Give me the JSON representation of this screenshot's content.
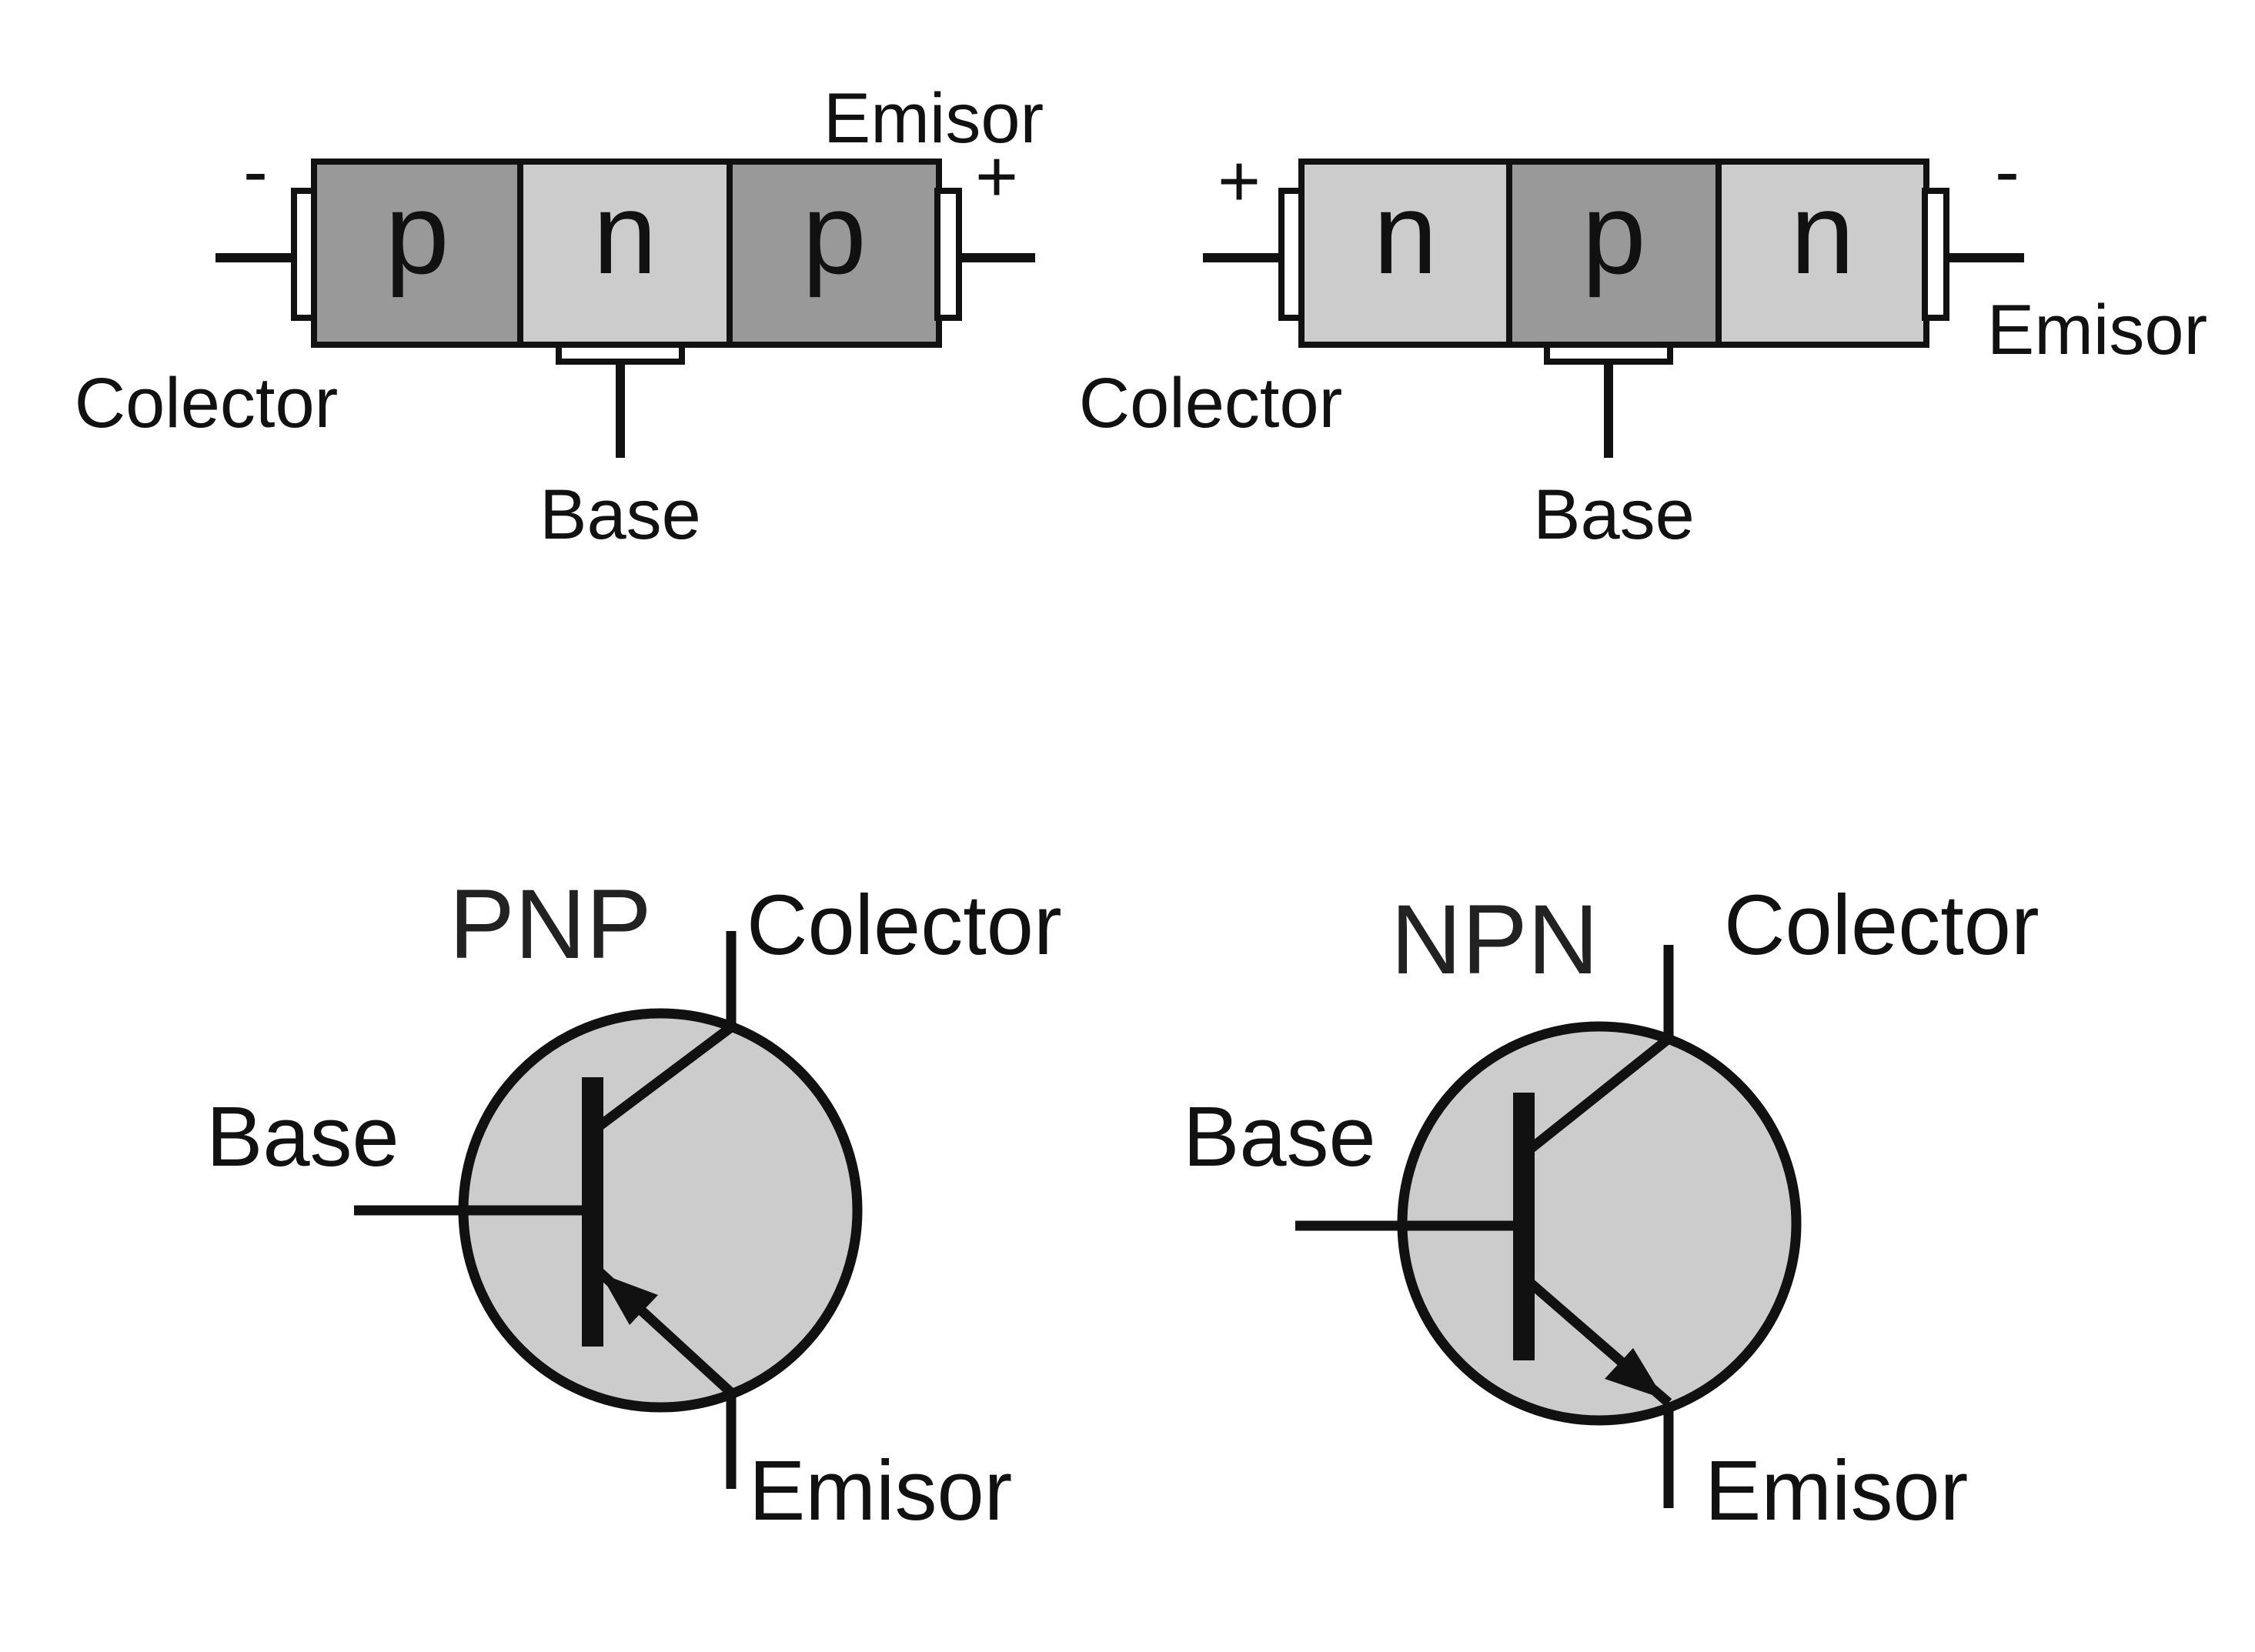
{
  "colors": {
    "p_region": "#999999",
    "n_region": "#cccccc",
    "symbol_fill": "#cccccc",
    "stroke": "#111111"
  },
  "pnp_block": {
    "layers": [
      "p",
      "n",
      "p"
    ],
    "left_polarity": "-",
    "right_polarity": "+",
    "collector_label": "Colector",
    "emitter_label": "Emisor",
    "base_label": "Base"
  },
  "npn_block": {
    "layers": [
      "n",
      "p",
      "n"
    ],
    "left_polarity": "+",
    "right_polarity": "-",
    "collector_label": "Colector",
    "emitter_label": "Emisor",
    "base_label": "Base"
  },
  "pnp_symbol": {
    "title": "PNP",
    "collector_label": "Colector",
    "base_label": "Base",
    "emitter_label": "Emisor",
    "arrow": "emitter-arrow-inward"
  },
  "npn_symbol": {
    "title": "NPN",
    "collector_label": "Colector",
    "base_label": "Base",
    "emitter_label": "Emisor",
    "arrow": "emitter-arrow-outward"
  }
}
